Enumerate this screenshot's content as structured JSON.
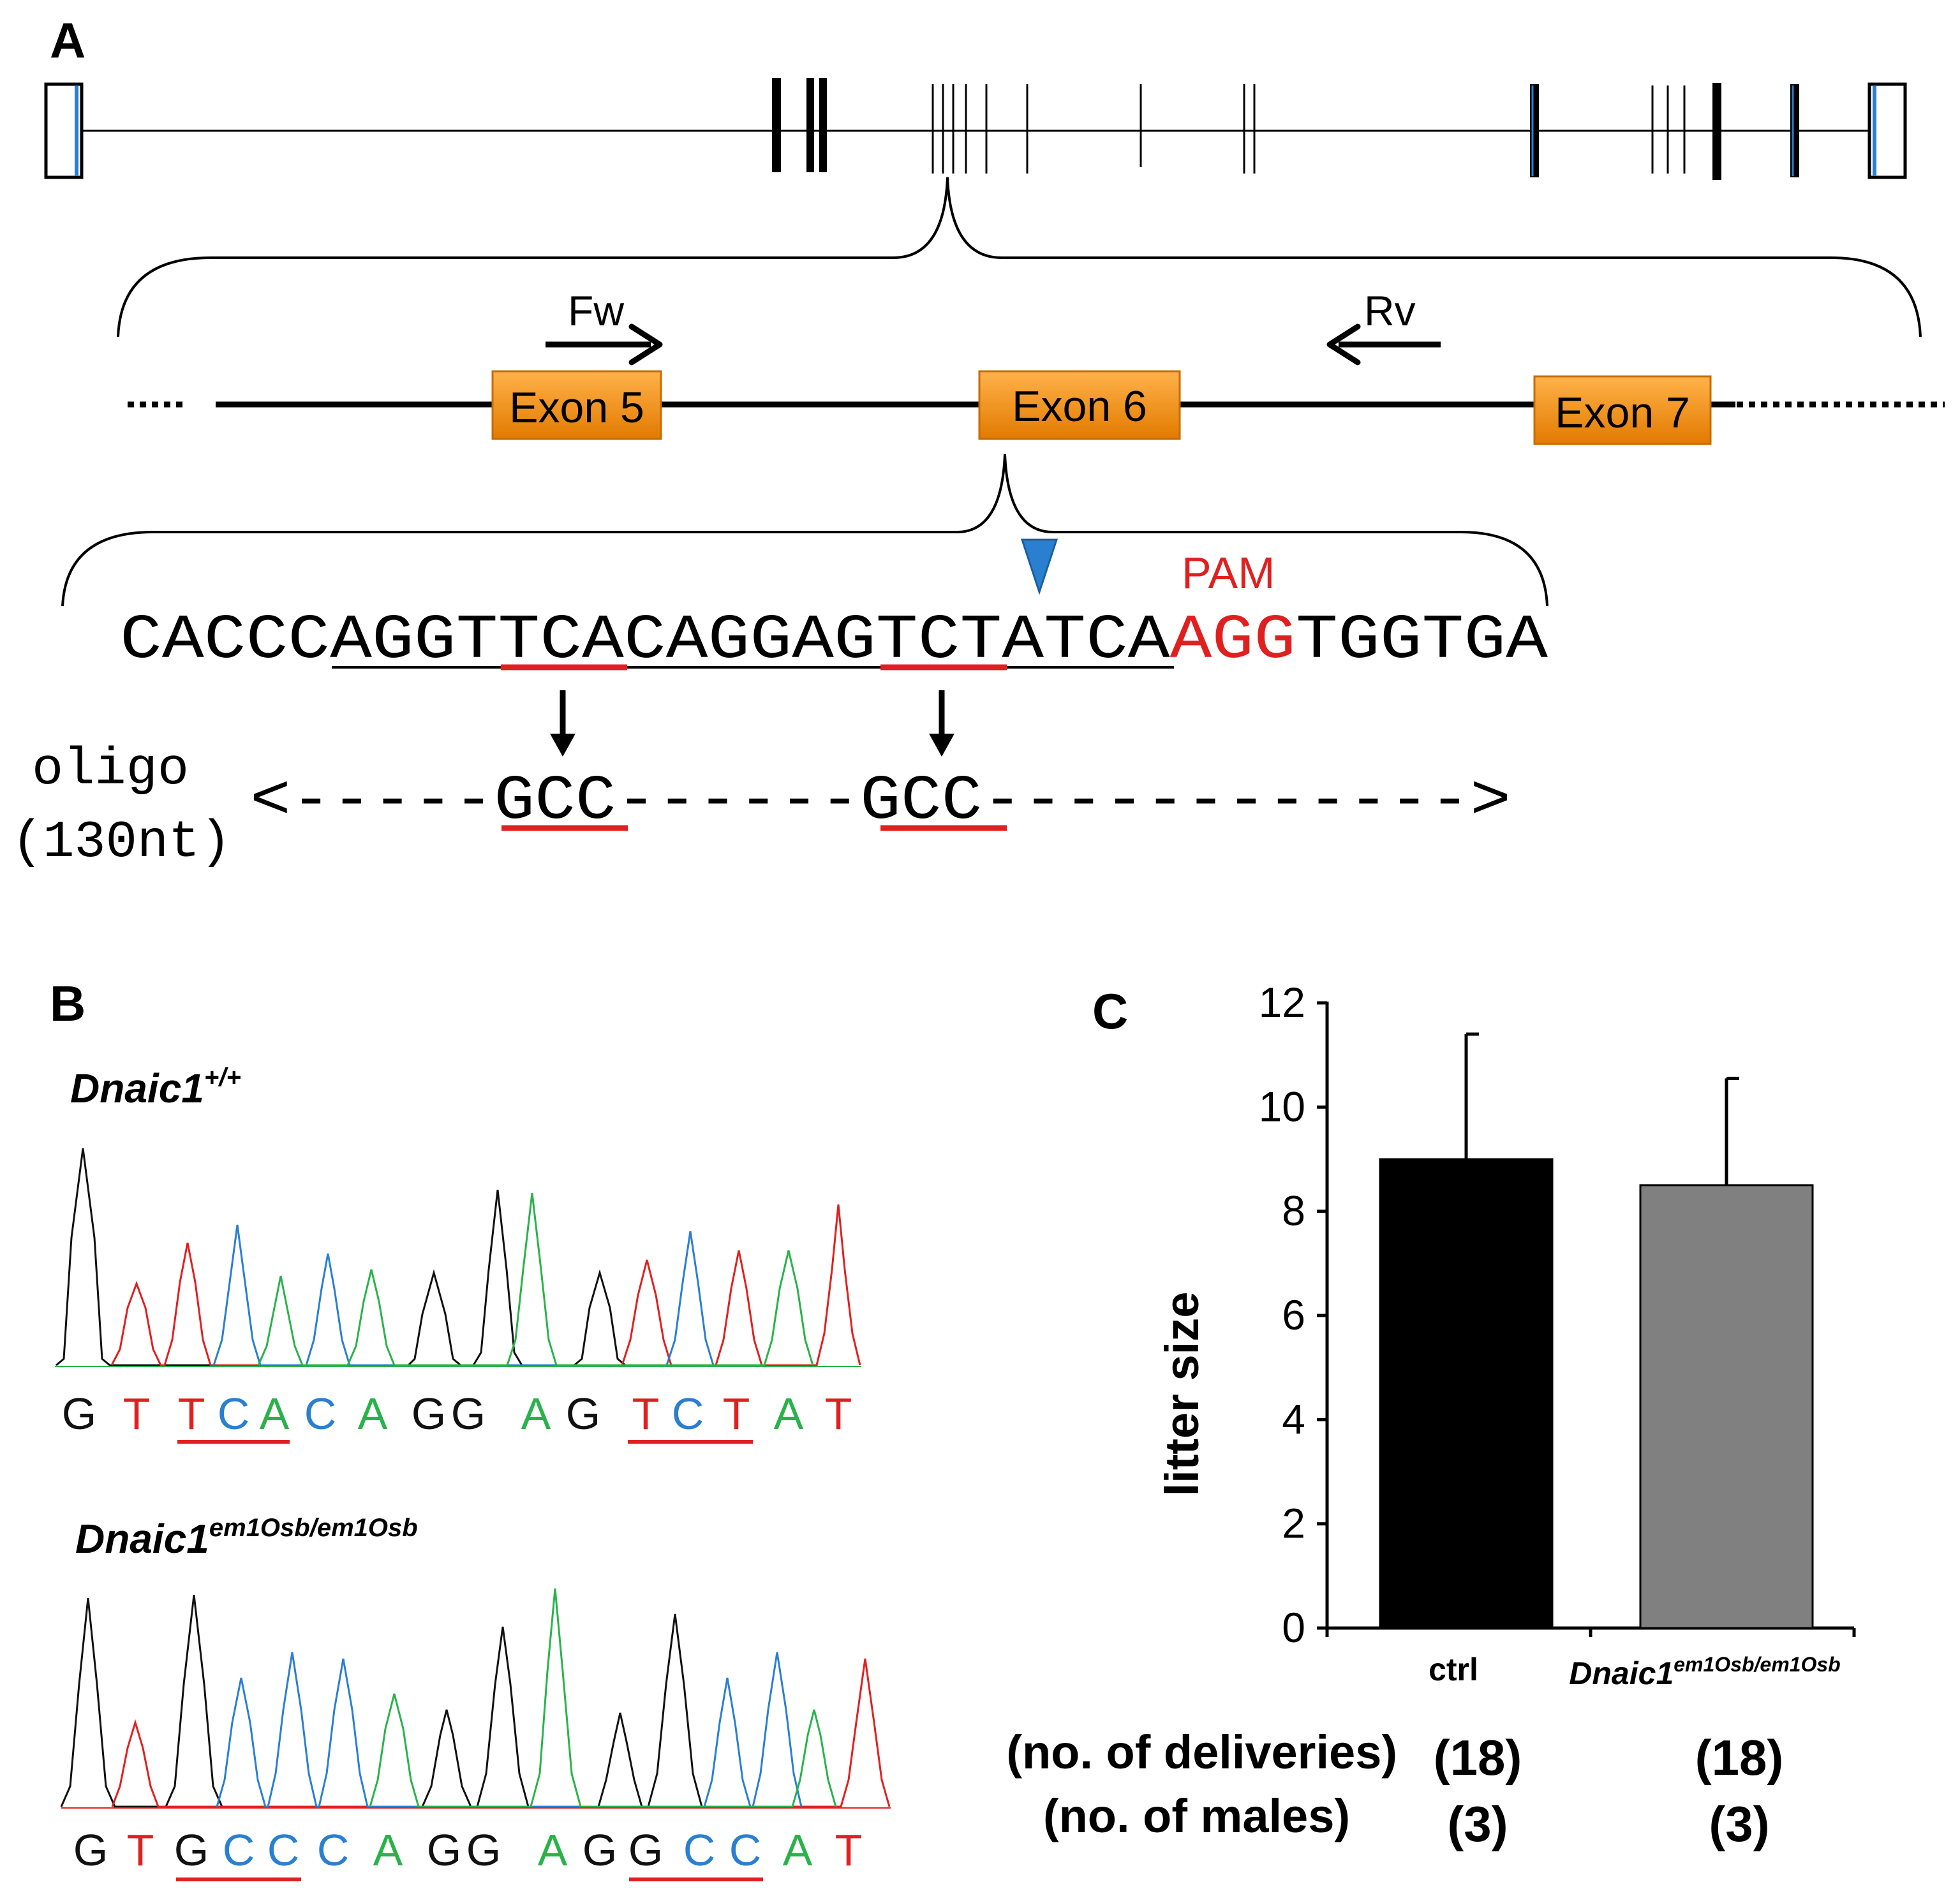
{
  "panels": {
    "a_label": "A",
    "b_label": "B",
    "c_label": "C"
  },
  "panel_a": {
    "primer_fw": "Fw",
    "primer_rv": "Rv",
    "exons": [
      "Exon 5",
      "Exon 6",
      "Exon 7"
    ],
    "pam_label": "PAM",
    "seq_prefix": "CACCC",
    "seq_guide": [
      "AGGT",
      "TCA",
      "CAGGAG",
      "TCT",
      "ATCA"
    ],
    "seq_pam": "AGG",
    "seq_suffix": "TGGTGA",
    "oligo_label_1": "oligo",
    "oligo_label_2": "(130nt)",
    "oligo_start": "<-----",
    "oligo_codon_1": "GCC",
    "oligo_middle": "------",
    "oligo_codon_2": "GCC",
    "oligo_end": "------------>"
  },
  "panel_b": {
    "wt_gene": "Dnaic1",
    "wt_sup": "+/+",
    "mut_gene": "Dnaic1",
    "mut_sup": "em1Osb/em1Osb",
    "wt_bases": [
      "G",
      "T",
      "T",
      "C",
      "A",
      "C",
      "A",
      "G",
      "G",
      "A",
      "G",
      "T",
      "C",
      "T",
      "A",
      "T"
    ],
    "mut_bases": [
      "G",
      "T",
      "G",
      "C",
      "C",
      "C",
      "A",
      "G",
      "G",
      "A",
      "G",
      "G",
      "C",
      "C",
      "A",
      "T"
    ],
    "base_colors": {
      "A": "#2ab24a",
      "C": "#2a7fd0",
      "G": "#111111",
      "T": "#e02020"
    }
  },
  "chart_data": {
    "type": "bar",
    "categories": [
      "ctrl",
      "Dnaic1em1Osb/em1Osb"
    ],
    "category_gene": "Dnaic1",
    "category_sup": "em1Osb/em1Osb",
    "values": [
      9.0,
      8.5
    ],
    "error": [
      2.4,
      2.05
    ],
    "colors": [
      "#000000",
      "#808080"
    ],
    "ylabel": "litter size",
    "ylim": [
      0,
      12
    ],
    "yticks": [
      "0",
      "2",
      "4",
      "6",
      "8",
      "10",
      "12"
    ],
    "footer": {
      "deliveries_label": "(no. of deliveries)",
      "males_label": "(no. of males)",
      "deliveries": [
        "(18)",
        "(18)"
      ],
      "males": [
        "(3)",
        "(3)"
      ]
    }
  }
}
